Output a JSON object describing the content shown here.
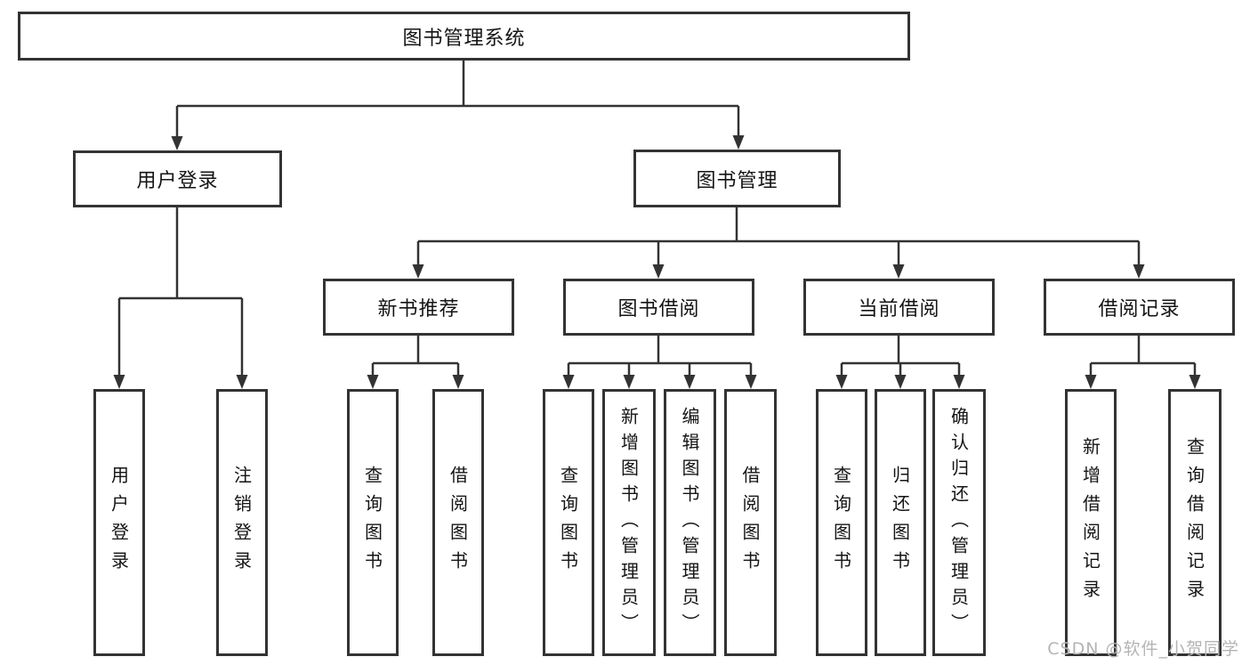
{
  "tree": {
    "label": "图书管理系统",
    "children": [
      {
        "label": "用户登录",
        "children": [
          {
            "label": "用户登录"
          },
          {
            "label": "注销登录"
          }
        ]
      },
      {
        "label": "图书管理",
        "children": [
          {
            "label": "新书推荐",
            "children": [
              {
                "label": "查询图书"
              },
              {
                "label": "借阅图书"
              }
            ]
          },
          {
            "label": "图书借阅",
            "children": [
              {
                "label": "查询图书"
              },
              {
                "label": "新增图书（管理员）"
              },
              {
                "label": "编辑图书（管理员）"
              },
              {
                "label": "借阅图书"
              }
            ]
          },
          {
            "label": "当前借阅",
            "children": [
              {
                "label": "查询图书"
              },
              {
                "label": "归还图书"
              },
              {
                "label": "确认归还（管理员）"
              }
            ]
          },
          {
            "label": "借阅记录",
            "children": [
              {
                "label": "新增借阅记录"
              },
              {
                "label": "查询借阅记录"
              }
            ]
          }
        ]
      }
    ]
  },
  "watermark": {
    "text": "CSDN @软件_小贺同学"
  },
  "colors": {
    "line": "#333333",
    "box_border": "#333333",
    "box_fill": "#ffffff",
    "text": "#141414",
    "watermark": "#b4b4b4"
  }
}
